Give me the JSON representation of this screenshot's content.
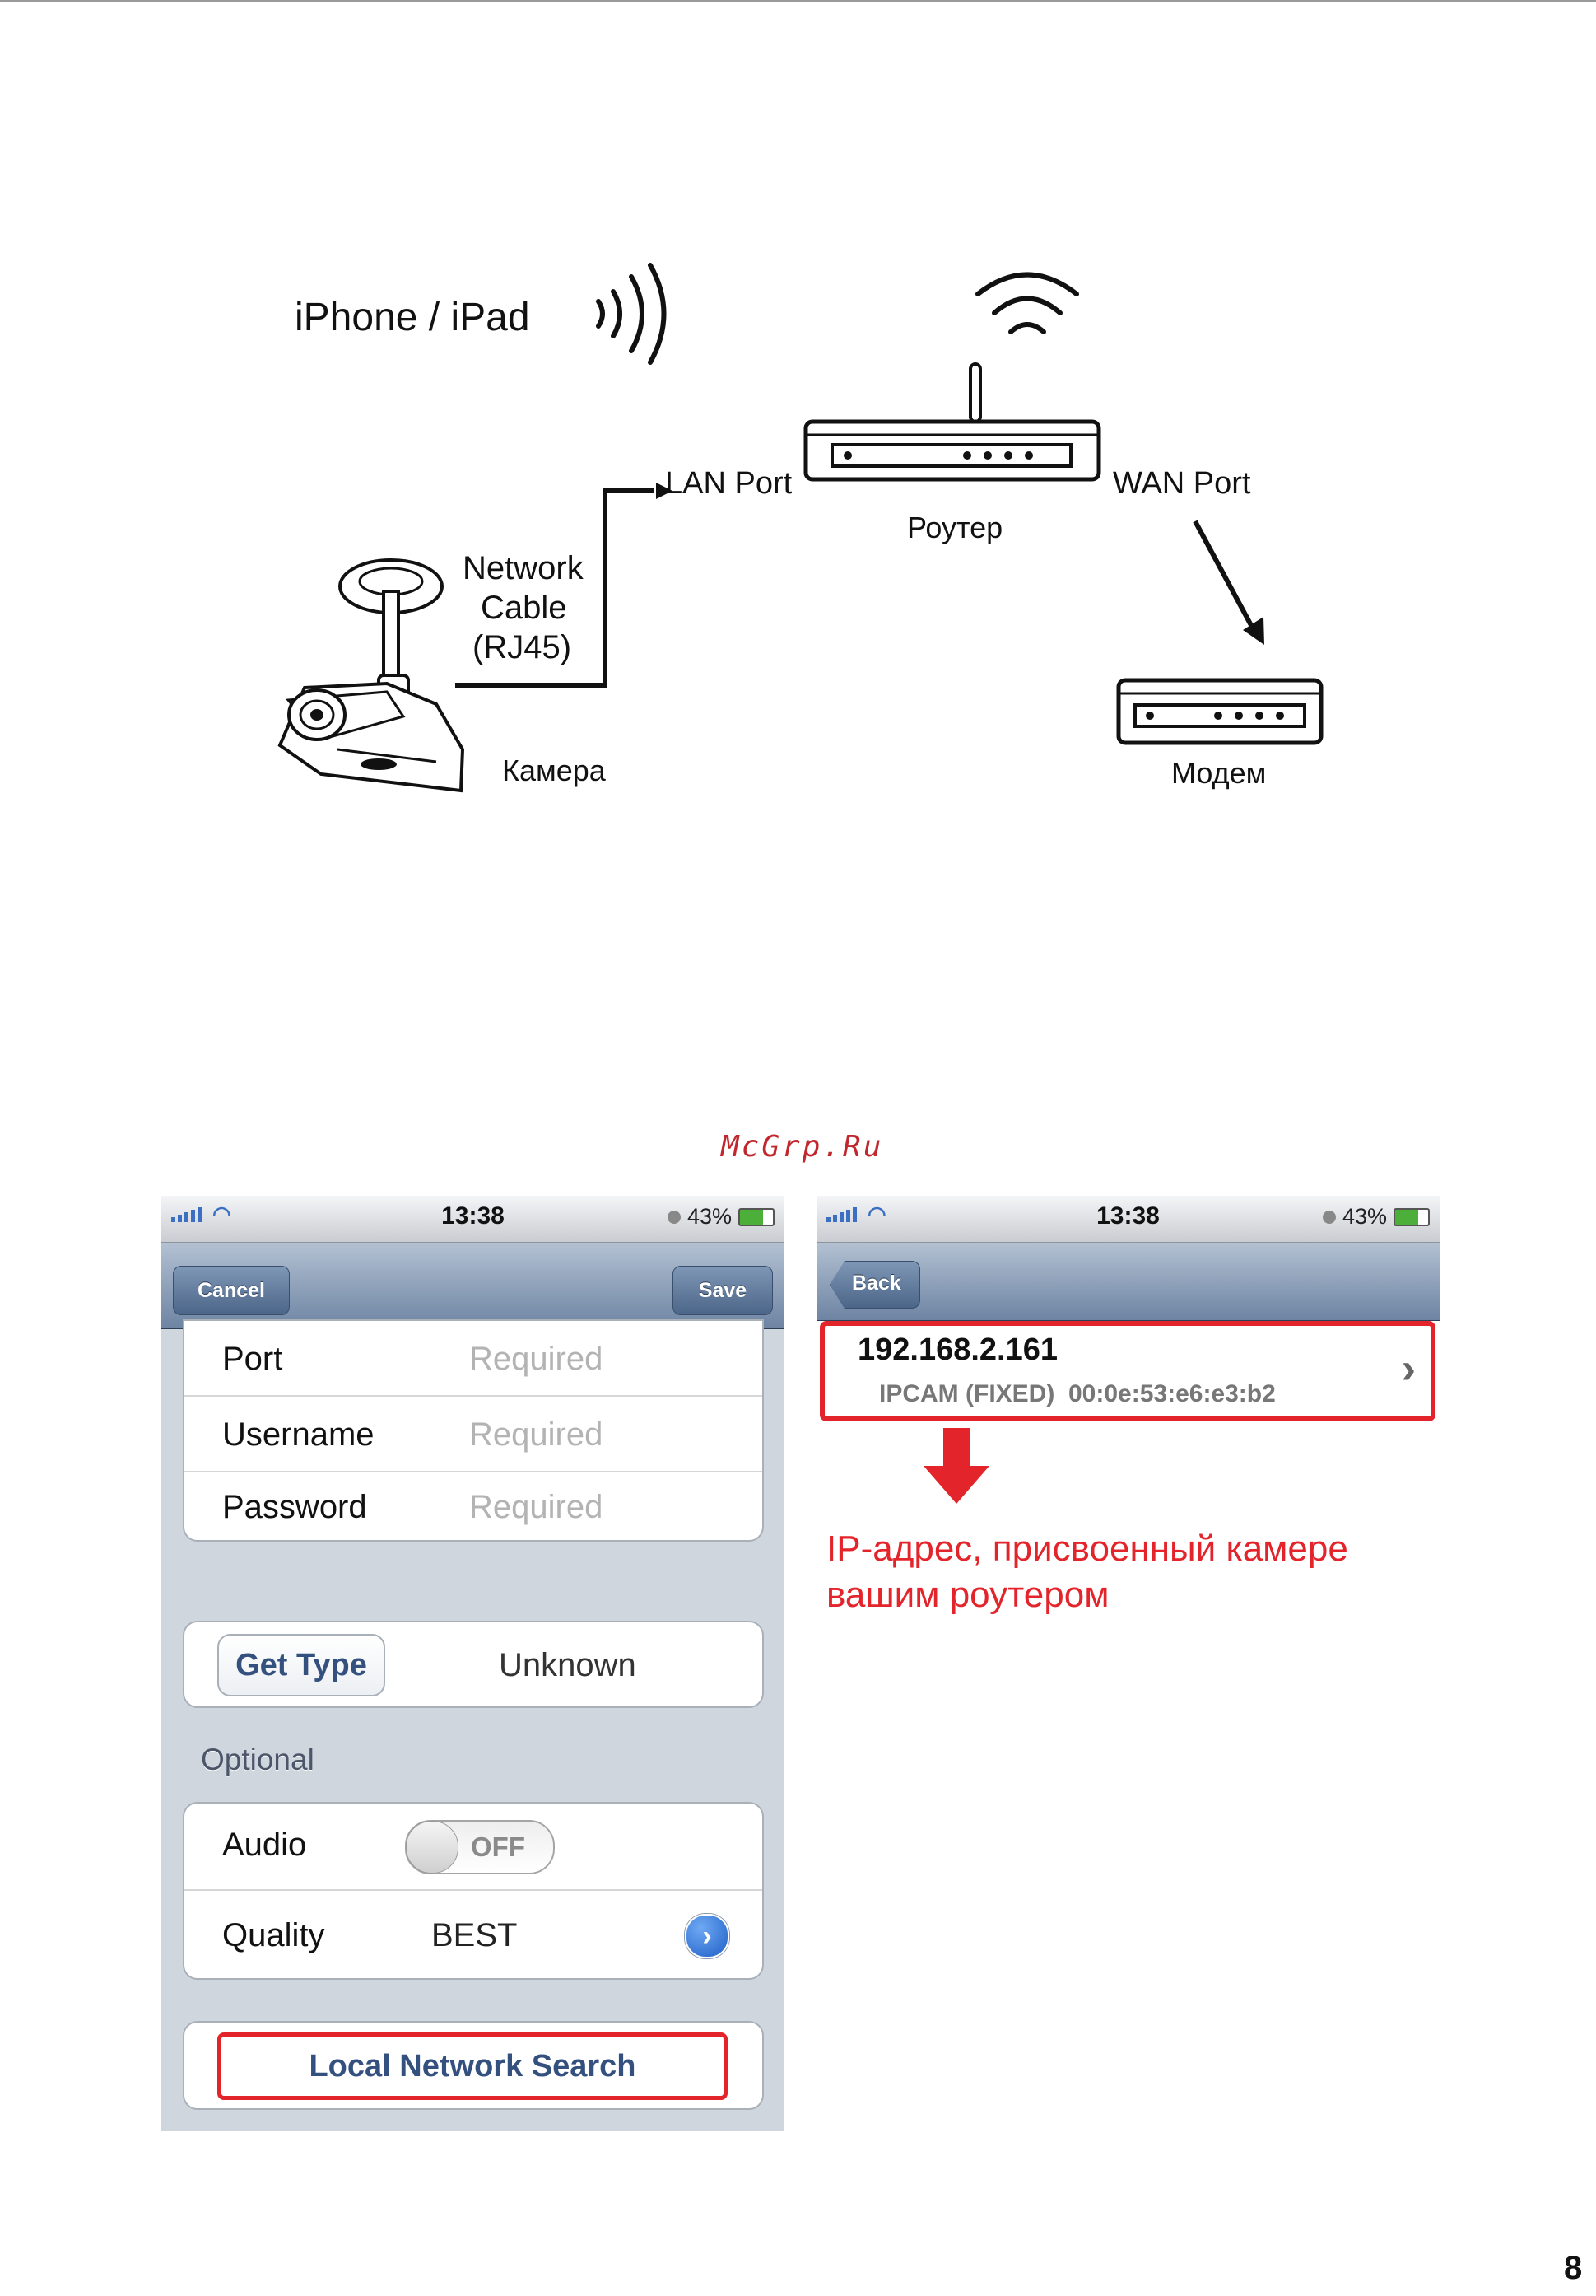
{
  "diagram": {
    "iphone_label": "iPhone / iPad",
    "lan_port": "LAN Port",
    "router_label": "Роутер",
    "wan_port": "WAN Port",
    "cable_line1": "Network",
    "cable_line2": "Cable",
    "cable_line3": "(RJ45)",
    "camera_label": "Камера",
    "modem_label": "Модем"
  },
  "watermark": "McGrp.Ru",
  "left_screen": {
    "status": {
      "time": "13:38",
      "battery": "43%"
    },
    "nav": {
      "cancel": "Cancel",
      "save": "Save"
    },
    "fields": [
      {
        "label": "Port",
        "placeholder": "Required"
      },
      {
        "label": "Username",
        "placeholder": "Required"
      },
      {
        "label": "Password",
        "placeholder": "Required"
      }
    ],
    "get_type": {
      "button": "Get Type",
      "value": "Unknown"
    },
    "optional_header": "Optional",
    "audio": {
      "label": "Audio",
      "toggle": "OFF"
    },
    "quality": {
      "label": "Quality",
      "value": "BEST"
    },
    "search_button": "Local Network Search",
    "colors": {
      "highlight": "#e3242b",
      "nav": "#6d84a3"
    }
  },
  "right_screen": {
    "status": {
      "time": "13:38",
      "battery": "43%"
    },
    "nav": {
      "back": "Back"
    },
    "device": {
      "ip": "192.168.2.161",
      "detail": "IPCAM (FIXED)  00:0e:53:e6:e3:b2"
    },
    "annotation_line1": "IP-адрес, присвоенный камере",
    "annotation_line2": "вашим роутером"
  },
  "page_number": "8"
}
